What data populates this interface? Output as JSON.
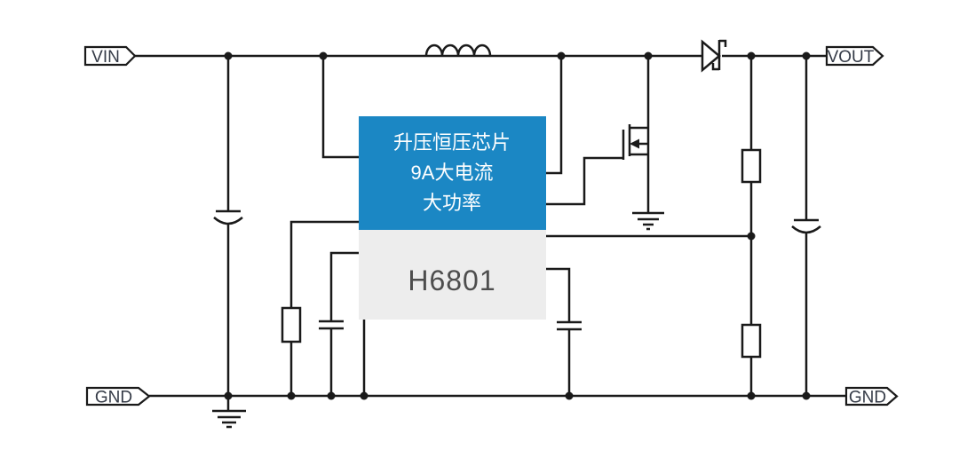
{
  "colors": {
    "background": "#ffffff",
    "wire": "#1a1a1a",
    "tag_fill": "#ffffff",
    "tag_text": "#343a46"
  },
  "tags": {
    "vin": "VIN",
    "vout": "VOUT",
    "gnd_left": "GND",
    "gnd_right": "GND"
  },
  "chip": {
    "feature_lines": [
      "升压恒压芯片",
      "9A大电流",
      "大功率"
    ],
    "part_number": "H6801",
    "feature_bg": "#1b87c4",
    "feature_text_color": "#ffffff",
    "part_bg": "#ededed",
    "part_text_color": "#4e4e4e"
  },
  "components": [
    "input-capacitor",
    "boost-inductor",
    "schottky-diode",
    "nmos-mosfet",
    "enable-resistor",
    "bypass-capacitor",
    "compensation-capacitor",
    "feedback-resistor-upper",
    "feedback-resistor-lower",
    "output-capacitor"
  ]
}
